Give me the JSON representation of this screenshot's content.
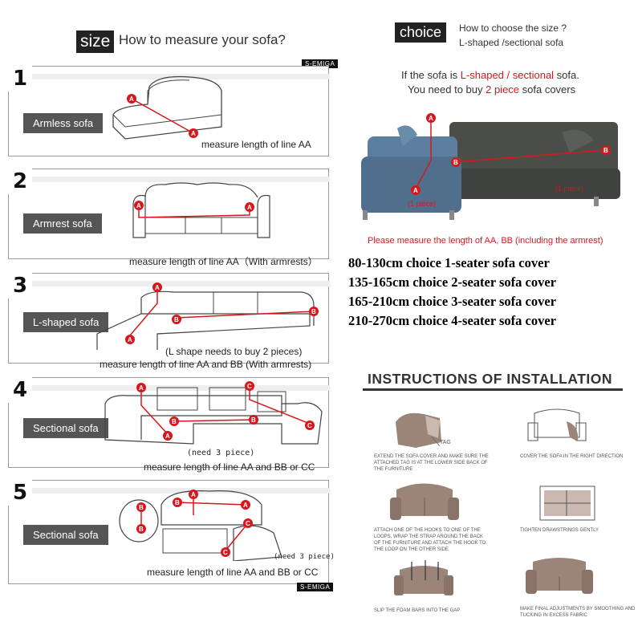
{
  "size_section": {
    "tag": "size",
    "title": "How to measure your sofa?",
    "brand_top": "S-EMIGA",
    "brand_bottom": "S-EMIGA",
    "panels": [
      {
        "num": "1",
        "label": "Armless sofa",
        "measure": "measure length of line AA"
      },
      {
        "num": "2",
        "label": "Armrest sofa",
        "measure": "measure length of line AA（With armrests）"
      },
      {
        "num": "3",
        "label": "L-shaped sofa",
        "note": "(L shape needs to buy 2 pieces)",
        "measure": "measure length of line AA and BB (With armrests)"
      },
      {
        "num": "4",
        "label": "Sectional sofa",
        "note": "(need 3 piece)",
        "measure": "measure length of line AA and BB or CC"
      },
      {
        "num": "5",
        "label": "Sectional sofa",
        "note": "(need 3 piece)",
        "measure": "measure length of line AA and BB or CC"
      }
    ]
  },
  "choice_section": {
    "tag": "choice",
    "line1": "How to choose the size ?",
    "line2": "L-shaped /sectional sofa",
    "lsofa_prefix": "If the sofa is ",
    "lsofa_red": "L-shaped / sectional",
    "lsofa_suffix": " sofa.",
    "buy_prefix": "You need to buy ",
    "buy_red": "2 piece",
    "buy_suffix": "  sofa covers",
    "piece_left": "(1 piece)",
    "piece_right": "(1 piece)",
    "note": "Please measure the length of AA, BB (including the armrest)",
    "seat_sizes": [
      "80-130cm  choice 1-seater sofa cover",
      "135-165cm choice 2-seater sofa cover",
      "165-210cm choice 3-seater sofa cover",
      "210-270cm choice 4-seater sofa cover"
    ]
  },
  "instructions": {
    "title": "INSTRUCTIONS OF  INSTALLATION",
    "tag_label": "TAG",
    "steps": [
      "EXTEND THE SOFA COVER AND MAKE SURE THE ATTACHED TAG IS AT THE LOWER SIDE BACK OF THE FURNITURE",
      "COVER THE SOFA IN THE RIGHT DIRECTION",
      "ATTACH ONE OF THE HOOKS TO ONE OF THE LOOPS, WRAP THE STRAP AROUND THE BACK OF THE FURNITURE AND ATTACH THE HOOK TO THE LOOP ON THE OTHER SIDE",
      "TIGHTEN DRAWSTRINGS GENTLY",
      "SLIP THE FOAM BARS INTO THE GAP",
      "MAKE FINAL ADJUSTMENTS BY SMOOTHING AND TUCKING IN EXCESS FABRIC"
    ]
  },
  "colors": {
    "accent_red": "#d6181e",
    "label_gray": "#555555",
    "sofa_blue": "#4f6f8c",
    "sofa_dark": "#4a4d48",
    "cover_brown": "#9b8478"
  }
}
